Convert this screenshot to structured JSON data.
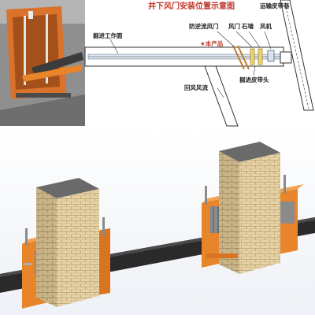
{
  "title": "井下风门安装位置示意图",
  "labels": {
    "work_face": "掘进工作面",
    "belt_roadway": "运输皮带巷",
    "anti_fence": "防逆流风门",
    "air_door": "风门",
    "stone_wall": "石墙",
    "fan": "风机",
    "product": "★本产品",
    "return_air": "回风风流",
    "belt_head": "掘进皮带头"
  },
  "colors": {
    "title_red": "#c0392b",
    "door_orange": "#e8842a",
    "brick": "#e3cc9a",
    "belt": "#2b2b2b",
    "metal_grey": "#a9a9a9"
  }
}
